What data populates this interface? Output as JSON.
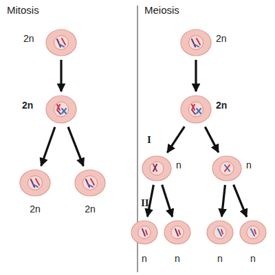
{
  "diagram": {
    "nodes": [
      {
        "text": [
          "2n"
        ]
      },
      {
        "text": [
          "2n"
        ]
      },
      {
        "text": [
          "2n"
        ]
      },
      {
        "text": [
          "2n"
        ]
      },
      {
        "text": [
          "2n"
        ]
      },
      {
        "text": [
          "2n"
        ]
      },
      {
        "text": [
          "n"
        ]
      },
      {
        "text": [
          "n"
        ]
      },
      {
        "text": [
          "n"
        ]
      },
      {
        "text": [
          "n"
        ]
      },
      {
        "text": [
          "n"
        ]
      },
      {
        "text": [
          "n"
        ]
      }
    ],
    "edges": [
      {
        "from": 0,
        "to": 2,
        "arrow": "to"
      },
      {
        "from": 2,
        "to": 4,
        "arrow": "to"
      },
      {
        "from": 2,
        "to": 5,
        "arrow": "to"
      },
      {
        "from": 1,
        "to": 3,
        "arrow": "to"
      },
      {
        "from": 3,
        "to": 6,
        "arrow": "to"
      },
      {
        "from": 3,
        "to": 7,
        "arrow": "to"
      },
      {
        "from": 6,
        "to": 8,
        "arrow": "to"
      },
      {
        "from": 6,
        "to": 9,
        "arrow": "to"
      },
      {
        "from": 7,
        "to": 10,
        "arrow": "to"
      },
      {
        "from": 7,
        "to": 11,
        "arrow": "to"
      }
    ],
    "labels": [
      "Mitosis",
      "Meiosis",
      "I",
      "II"
    ]
  }
}
